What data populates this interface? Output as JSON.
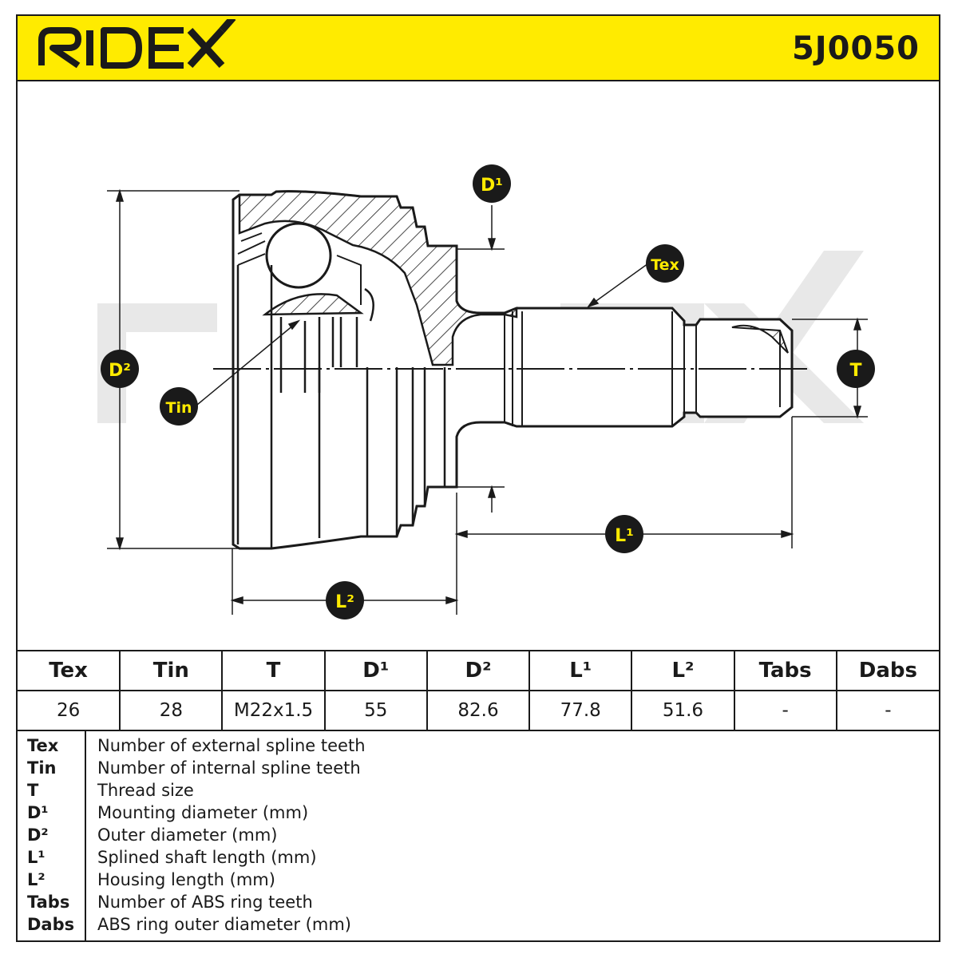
{
  "brand": {
    "name": "RIDEX",
    "accent_color": "#ffeb00"
  },
  "part_number": "5J0050",
  "watermark": "RIDEX",
  "diagram_labels": {
    "tex": "Tex",
    "tin": "Tin",
    "t": "T",
    "d1": "D¹",
    "d2": "D²",
    "l1": "L¹",
    "l2": "L²"
  },
  "table": {
    "headers": [
      "Tex",
      "Tin",
      "T",
      "D¹",
      "D²",
      "L¹",
      "L²",
      "Tabs",
      "Dabs"
    ],
    "values": [
      "26",
      "28",
      "M22x1.5",
      "55",
      "82.6",
      "77.8",
      "51.6",
      "-",
      "-"
    ]
  },
  "legend": [
    {
      "key": "Tex",
      "desc": "Number of external spline teeth"
    },
    {
      "key": "Tin",
      "desc": "Number of internal spline teeth"
    },
    {
      "key": "T",
      "desc": "Thread size"
    },
    {
      "key": "D¹",
      "desc": "Mounting diameter (mm)"
    },
    {
      "key": "D²",
      "desc": "Outer diameter (mm)"
    },
    {
      "key": "L¹",
      "desc": "Splined shaft length (mm)"
    },
    {
      "key": "L²",
      "desc": "Housing length (mm)"
    },
    {
      "key": "Tabs",
      "desc": "Number of ABS ring teeth"
    },
    {
      "key": "Dabs",
      "desc": "ABS ring outer diameter (mm)"
    }
  ]
}
